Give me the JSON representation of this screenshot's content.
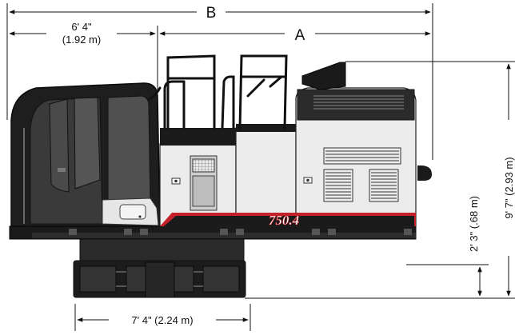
{
  "dimensions": {
    "b_label": "B",
    "a_label": "A",
    "cab_length_label": "6' 4\"",
    "cab_length_metric": "(1.92 m)",
    "track_width_label": "7' 4\" (2.24 m)",
    "ground_clearance_label": "2' 3\" (.68 m)",
    "overall_height_label": "9' 7\" (2.93 m)"
  },
  "machine": {
    "model_badge": "750.4"
  },
  "colors": {
    "accent_red": "#c4202a",
    "body_dark": "#1a1a1a",
    "body_light": "#ececec",
    "line": "#111111"
  }
}
